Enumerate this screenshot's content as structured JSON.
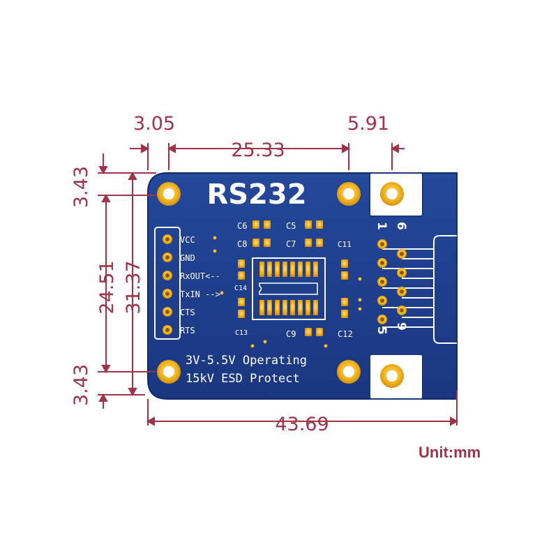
{
  "colors": {
    "board": "#1f3f8f",
    "board_edge": "#0f2a6b",
    "gold": "#f2b21b",
    "dimension": "#a0324a",
    "silkscreen": "#ffffff"
  },
  "dimensions": {
    "top_left_offset": "3.05",
    "top_hole_spacing": "25.33",
    "right_offset": "5.91",
    "left_top_offset": "3.43",
    "left_hole_spacing_inner": "24.51",
    "left_hole_spacing_outer": "31.37",
    "left_bottom_offset": "3.43",
    "board_width": "43.69"
  },
  "unit_label": "Unit:mm",
  "board": {
    "title": "RS232",
    "pin_labels": [
      "VCC",
      "GND",
      "RxOUT<--",
      "TxIN -->",
      "CTS",
      "RTS"
    ],
    "component_labels": {
      "c6": "C6",
      "c5": "C5",
      "c8": "C8",
      "c7": "C7",
      "c11": "C11",
      "c14": "C14",
      "c13": "C13",
      "c9": "C9",
      "c12": "C12"
    },
    "db9_numbers": {
      "pin1": "1",
      "pin6": "6",
      "pin9": "9",
      "pin5": "5"
    },
    "feature_line1": "3V-5.5V Operating",
    "feature_line2": "15kV ESD Protect"
  }
}
